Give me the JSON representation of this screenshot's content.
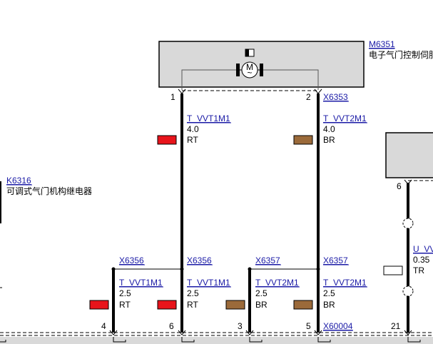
{
  "colors": {
    "rt": "#e8141b",
    "br": "#9b6a3a",
    "tr": "#ffffff",
    "link": "#1a1aa6",
    "component_fill": "#d9d9d9",
    "wire": "#000000"
  },
  "components": {
    "m6351": {
      "code": "M6351",
      "desc": "电子气门控制伺服"
    },
    "k6316": {
      "code": "K6316",
      "desc": "可调式气门机构继电器"
    }
  },
  "pins": {
    "m6351_pin1": "1",
    "m6351_pin2": "2",
    "right_pin6": "6",
    "bottom_pin4": "4",
    "bottom_pin6": "6",
    "bottom_pin3": "3",
    "bottom_pin5": "5",
    "bottom_pin21": "21"
  },
  "connectors": {
    "x6353": "X6353",
    "x6356_a": "X6356",
    "x6356_b": "X6356",
    "x6357_a": "X6357",
    "x6357_b": "X6357",
    "x60004": "X60004"
  },
  "wires": {
    "upper_left": {
      "name": "T_VVT1M1",
      "size": "4.0",
      "color_code": "RT"
    },
    "upper_right": {
      "name": "T_VVT2M1",
      "size": "4.0",
      "color_code": "BR"
    },
    "lower_1": {
      "name": "T_VVT1M1",
      "size": "2.5",
      "color_code": "RT"
    },
    "lower_2": {
      "name": "T_VVT1M1",
      "size": "2.5",
      "color_code": "RT"
    },
    "lower_3": {
      "name": "T_VVT2M1",
      "size": "2.5",
      "color_code": "BR"
    },
    "lower_4": {
      "name": "T_VVT2M1",
      "size": "2.5",
      "color_code": "BR"
    },
    "right": {
      "name": "U_VV",
      "size": "0.35",
      "color_code": "TR"
    }
  }
}
